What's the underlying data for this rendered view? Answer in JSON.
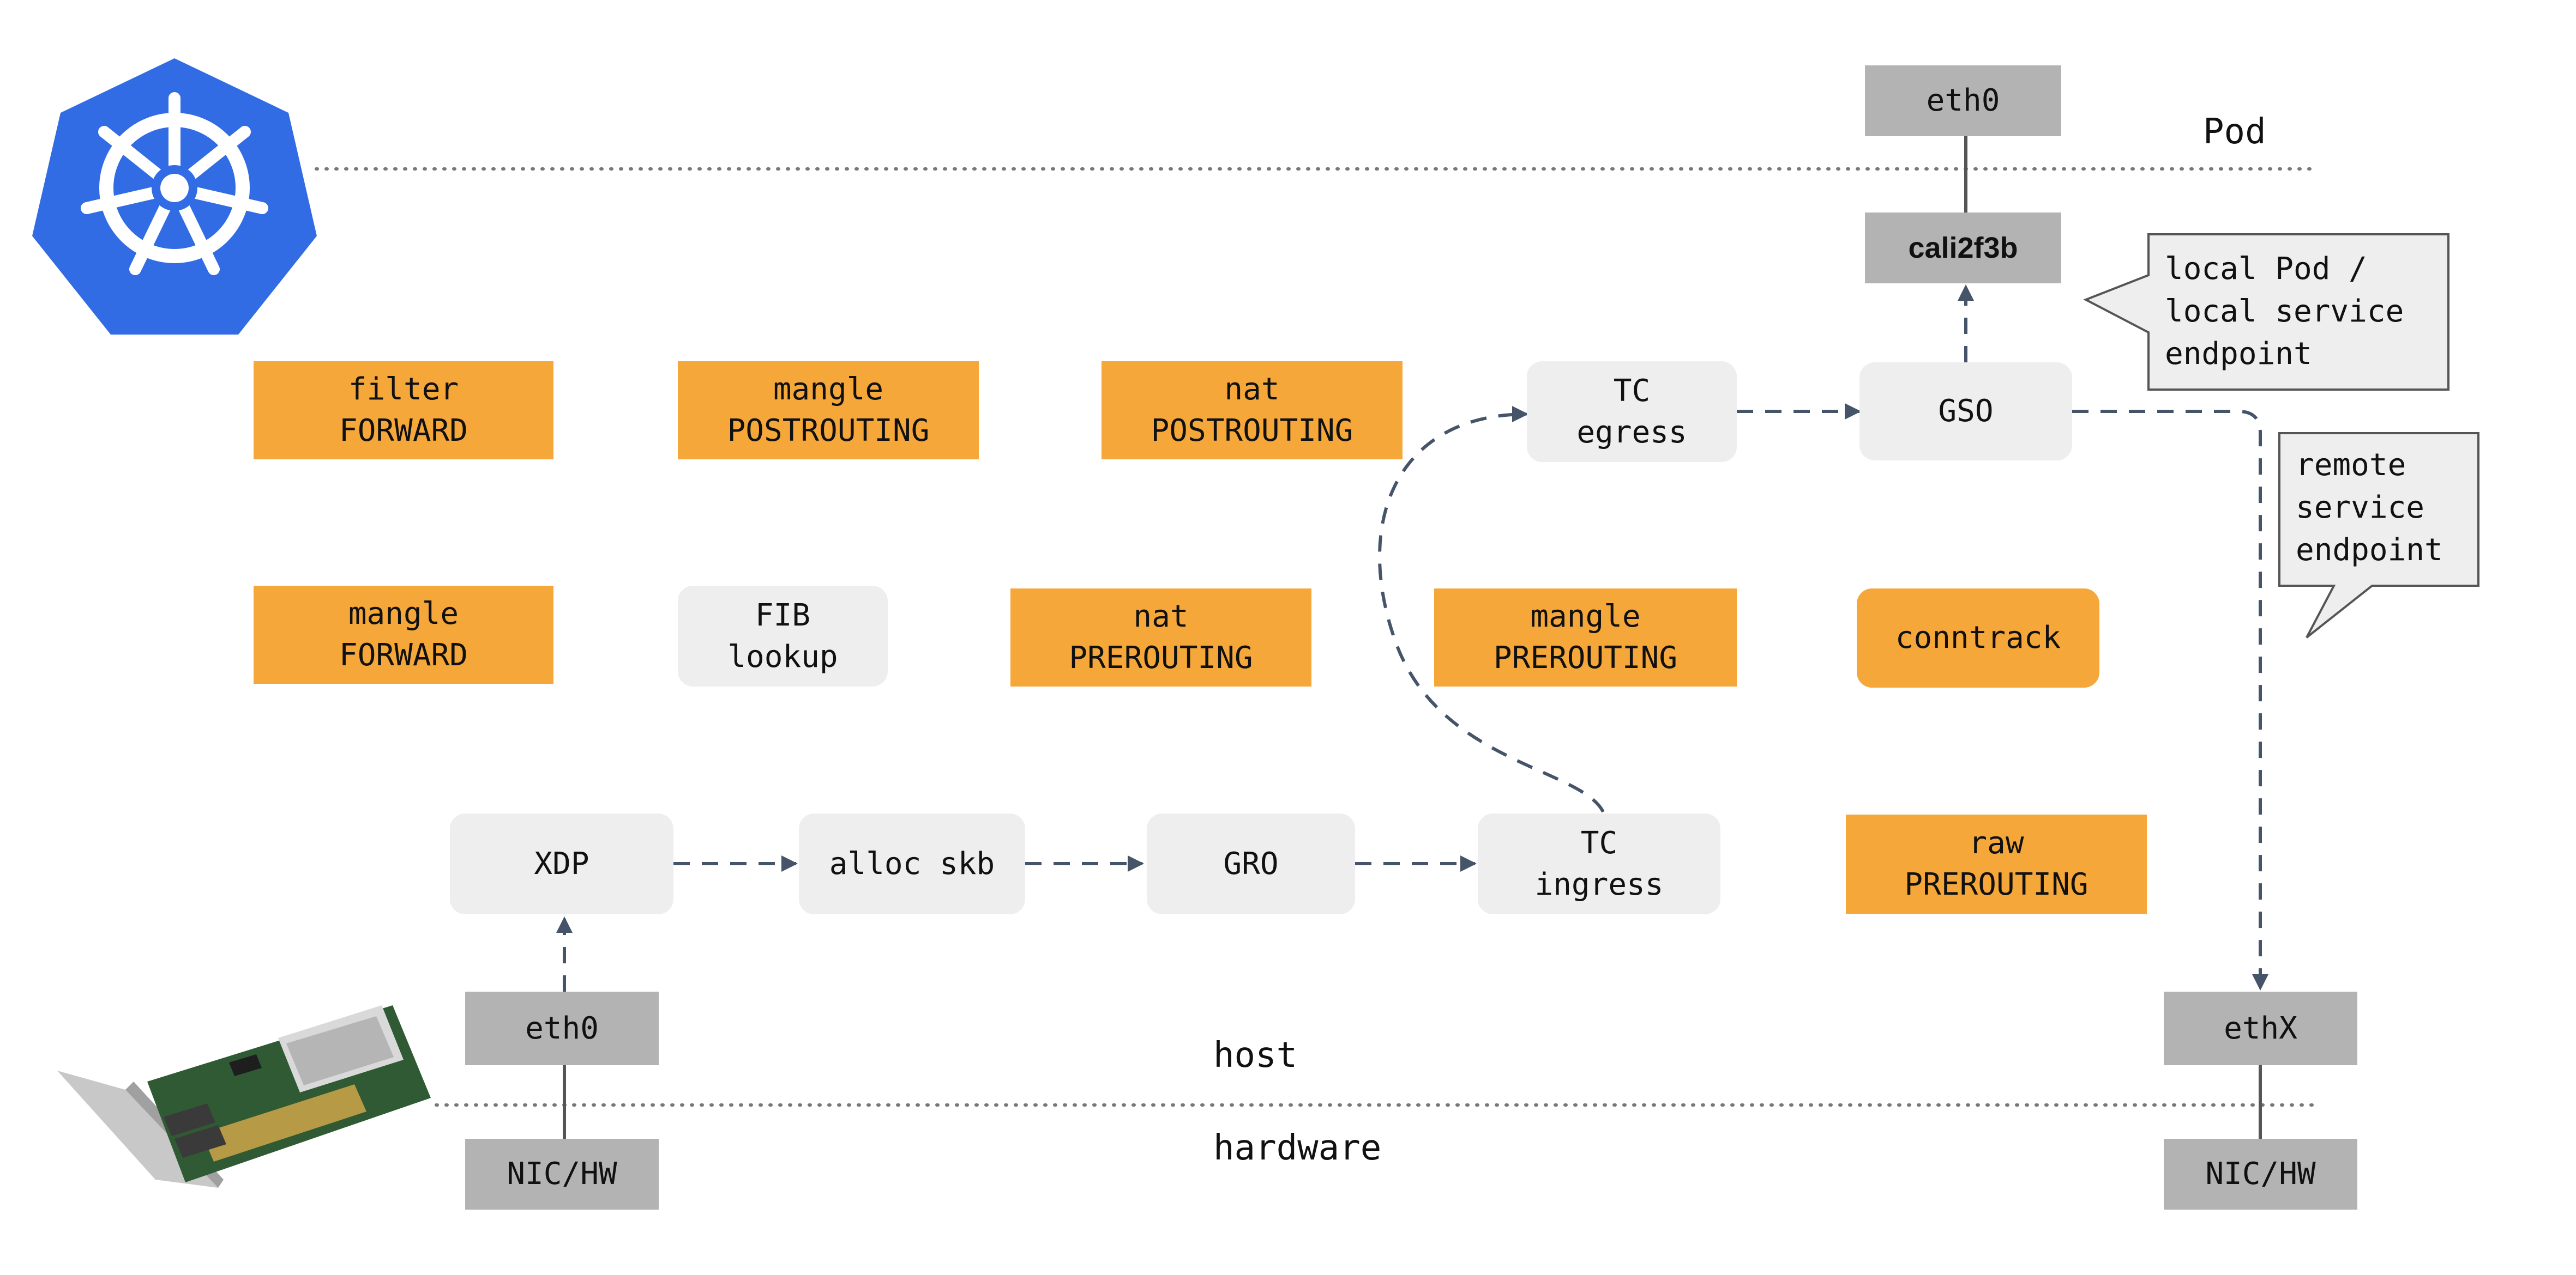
{
  "labels": {
    "pod": "Pod",
    "host": "host",
    "hardware": "hardware"
  },
  "pod_side": {
    "eth0": "eth0",
    "cali": "cali2f3b"
  },
  "callouts": {
    "local": [
      "local Pod /",
      "local service",
      "endpoint"
    ],
    "remote": [
      "remote",
      "service",
      "endpoint"
    ]
  },
  "hook_row1": {
    "filter_forward": [
      "filter",
      "FORWARD"
    ],
    "mangle_postrouting": [
      "mangle",
      "POSTROUTING"
    ],
    "nat_postrouting": [
      "nat",
      "POSTROUTING"
    ],
    "tc_egress": [
      "TC",
      "egress"
    ],
    "gso": [
      "GSO"
    ]
  },
  "hook_row2": {
    "mangle_forward": [
      "mangle",
      "FORWARD"
    ],
    "fib_lookup": [
      "FIB",
      "lookup"
    ],
    "nat_prerouting": [
      "nat",
      "PREROUTING"
    ],
    "mangle_prerouting": [
      "mangle",
      "PREROUTING"
    ],
    "conntrack": [
      "conntrack"
    ]
  },
  "hook_row3": {
    "xdp": [
      "XDP"
    ],
    "alloc_skb": [
      "alloc skb"
    ],
    "gro": [
      "GRO"
    ],
    "tc_ingress": [
      "TC",
      "ingress"
    ],
    "raw_prerouting": [
      "raw",
      "PREROUTING"
    ]
  },
  "interfaces": {
    "host_eth0": "eth0",
    "host_nic": "NIC/HW",
    "ethx": "ethX",
    "ethx_nic": "NIC/HW"
  },
  "colors": {
    "netfilter_hook": "#f5a73a",
    "stage": "#eeeeee",
    "interface": "#b3b3b3",
    "arrow": "#455468",
    "kubernetes_blue": "#326ce5"
  },
  "icons": {
    "logo": "kubernetes-logo-icon",
    "nic": "network-card-icon"
  }
}
